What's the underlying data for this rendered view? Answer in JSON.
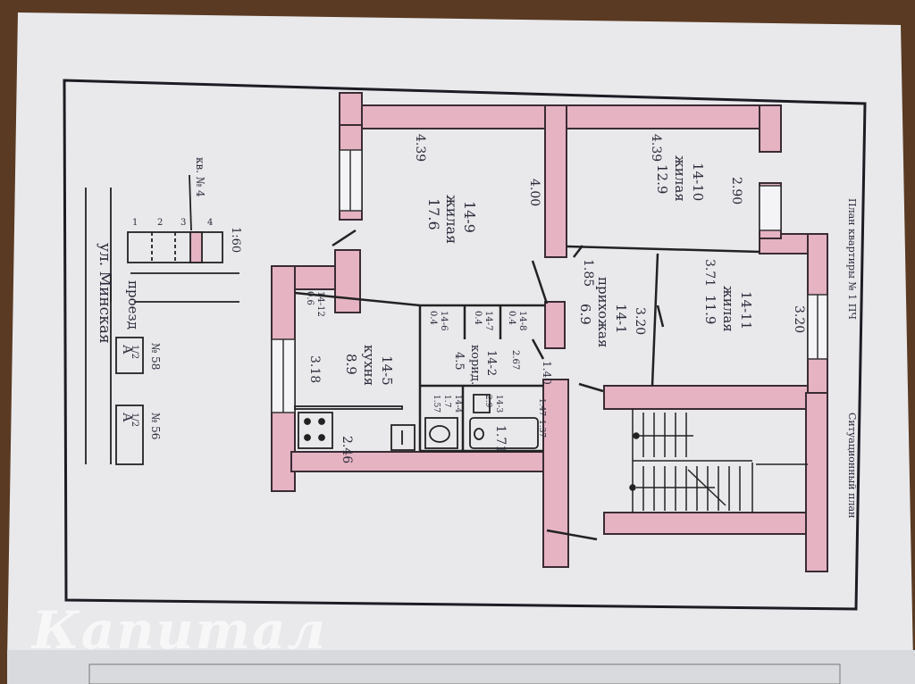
{
  "plan": {
    "title_side": "План квартиры № 1 ПЧ",
    "situation_title": "Ситуационный план",
    "street_label": "ул. Минская",
    "passage_label": "проезд",
    "building_label": "кв. № 4",
    "house_label_1": "№ 58",
    "house_label_2": "№ 56",
    "scale_num": "1:60",
    "letter_a1": "А",
    "frac_a1": "1/2",
    "letter_a2": "А",
    "frac_a2": "1/2",
    "strip_nums": [
      "1",
      "2",
      "3",
      "4"
    ],
    "rooms": {
      "r9": {
        "id": "14-9",
        "type": "жилая",
        "area": "17.6",
        "len": "4.39",
        "wid": "4.00"
      },
      "r10": {
        "id": "14-10",
        "type": "жилая",
        "area": "12.9",
        "len": "4.39",
        "wid": "2.90"
      },
      "r11": {
        "id": "14-11",
        "type": "жилая",
        "area": "11.9",
        "len": "3.71",
        "wid": "3.20"
      },
      "r1": {
        "id": "14-1",
        "type": "прихожая",
        "area": "6.9",
        "wid": "3.20",
        "len": "1.85"
      },
      "r5": {
        "id": "14-5",
        "type": "кухня",
        "area": "8.9",
        "wid": "3.18",
        "len": "2.46"
      },
      "r2": {
        "id": "14-2",
        "type": "корид.",
        "area": "4.5"
      },
      "r3": {
        "id": "14-3",
        "area": "2.9",
        "len": "1.47",
        "wid": "1.37"
      },
      "r4": {
        "id": "14-4",
        "area": "1.7",
        "len": "1.57"
      },
      "r6": {
        "id": "14-6",
        "area": "0.4"
      },
      "r7": {
        "id": "14-7",
        "area": "0.4"
      },
      "r8": {
        "id": "14-8",
        "area": "0.4"
      },
      "r12": {
        "id": "14-12",
        "area": "0.6"
      }
    },
    "small_dims": {
      "d267": "2.67",
      "d140": "1.40",
      "d171": "1.71"
    }
  },
  "watermark": "Капитал"
}
